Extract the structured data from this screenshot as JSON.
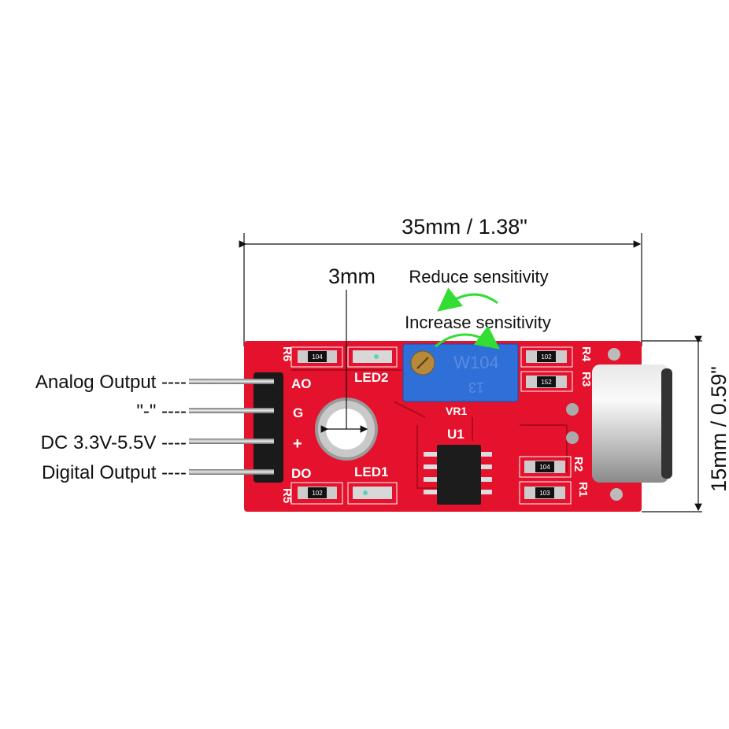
{
  "dimensions": {
    "length": "35mm / 1.38\"",
    "width": "15mm / 0.59\"",
    "hole": "3mm"
  },
  "annotations": {
    "reduce": "Reduce sensitivity",
    "increase": "Increase sensitivity",
    "arrow_color": "#33dd33"
  },
  "pins": [
    {
      "label": "Analog Output ----",
      "silk": "AO"
    },
    {
      "label": "\"-\" ----",
      "silk": "G"
    },
    {
      "label": "DC 3.3V-5.5V ----",
      "silk": "+"
    },
    {
      "label": "Digital Output ----",
      "silk": "DO"
    }
  ],
  "board": {
    "color": "#e4122c",
    "silkscreen": {
      "r6": "R6",
      "r5": "R5",
      "r4": "R4",
      "r3": "R3",
      "r2": "R2",
      "r1": "R1",
      "led1": "LED1",
      "led2": "LED2",
      "vr1": "VR1",
      "u1": "U1"
    },
    "resistor_codes": {
      "r6": "104",
      "r5": "102",
      "r4": "102",
      "r3": "152",
      "r2": "104",
      "r1": "103"
    },
    "potentiometer": {
      "line1": "W104",
      "line2": "13"
    }
  }
}
